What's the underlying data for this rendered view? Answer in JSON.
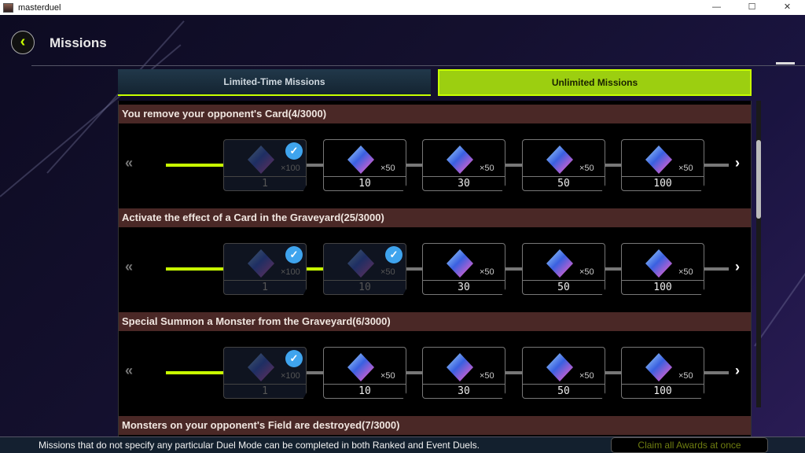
{
  "window": {
    "title": "masterduel",
    "minimize": "—",
    "maximize": "☐",
    "close": "✕"
  },
  "header": {
    "back_icon": "‹",
    "title": "Missions"
  },
  "tabs": [
    {
      "label": "Limited-Time Missions",
      "active": false
    },
    {
      "label": "Unlimited Missions",
      "active": true
    }
  ],
  "accent": "#c8ff00",
  "missions": [
    {
      "title": "You remove your opponent's Card(4/3000)",
      "rewards": [
        {
          "threshold": "1",
          "qty": "×100",
          "claimed": true
        },
        {
          "threshold": "10",
          "qty": "×50",
          "claimed": false
        },
        {
          "threshold": "30",
          "qty": "×50",
          "claimed": false
        },
        {
          "threshold": "50",
          "qty": "×50",
          "claimed": false
        },
        {
          "threshold": "100",
          "qty": "×50",
          "claimed": false
        }
      ]
    },
    {
      "title": "Activate the effect of a Card in the Graveyard(25/3000)",
      "rewards": [
        {
          "threshold": "1",
          "qty": "×100",
          "claimed": true
        },
        {
          "threshold": "10",
          "qty": "×50",
          "claimed": true
        },
        {
          "threshold": "30",
          "qty": "×50",
          "claimed": false
        },
        {
          "threshold": "50",
          "qty": "×50",
          "claimed": false
        },
        {
          "threshold": "100",
          "qty": "×50",
          "claimed": false
        }
      ]
    },
    {
      "title": "Special Summon a Monster from the Graveyard(6/3000)",
      "rewards": [
        {
          "threshold": "1",
          "qty": "×100",
          "claimed": true
        },
        {
          "threshold": "10",
          "qty": "×50",
          "claimed": false
        },
        {
          "threshold": "30",
          "qty": "×50",
          "claimed": false
        },
        {
          "threshold": "50",
          "qty": "×50",
          "claimed": false
        },
        {
          "threshold": "100",
          "qty": "×50",
          "claimed": false
        }
      ]
    },
    {
      "title": "Monsters on your opponent's Field are destroyed(7/3000)",
      "rewards": []
    }
  ],
  "footer": {
    "note": "Missions that do not specify any particular Duel Mode can be completed in both Ranked and Event Duels.",
    "claim_button": "Claim all Awards at once"
  }
}
